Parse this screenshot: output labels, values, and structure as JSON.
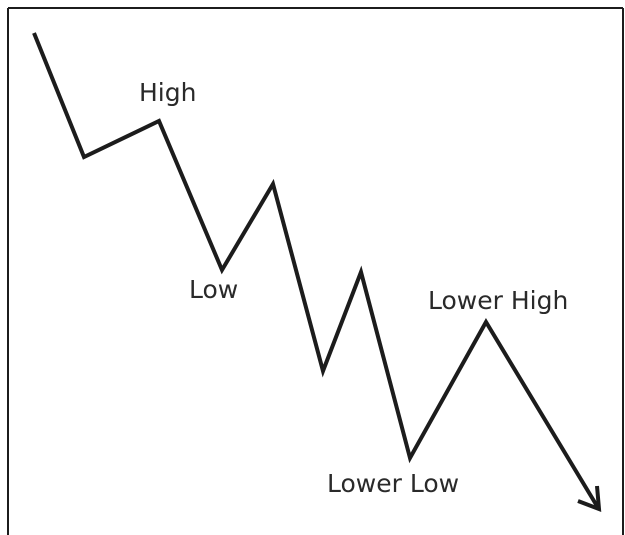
{
  "diagram": {
    "labels": {
      "high": "High",
      "low": "Low",
      "lower_high": "Lower High",
      "lower_low": "Lower Low"
    },
    "colors": {
      "line": "#1c1c1c",
      "text": "#2a2a2a",
      "frame": "#1c1c1c",
      "background": "#ffffff"
    },
    "style": "downtrend-zigzag-with-arrow"
  }
}
